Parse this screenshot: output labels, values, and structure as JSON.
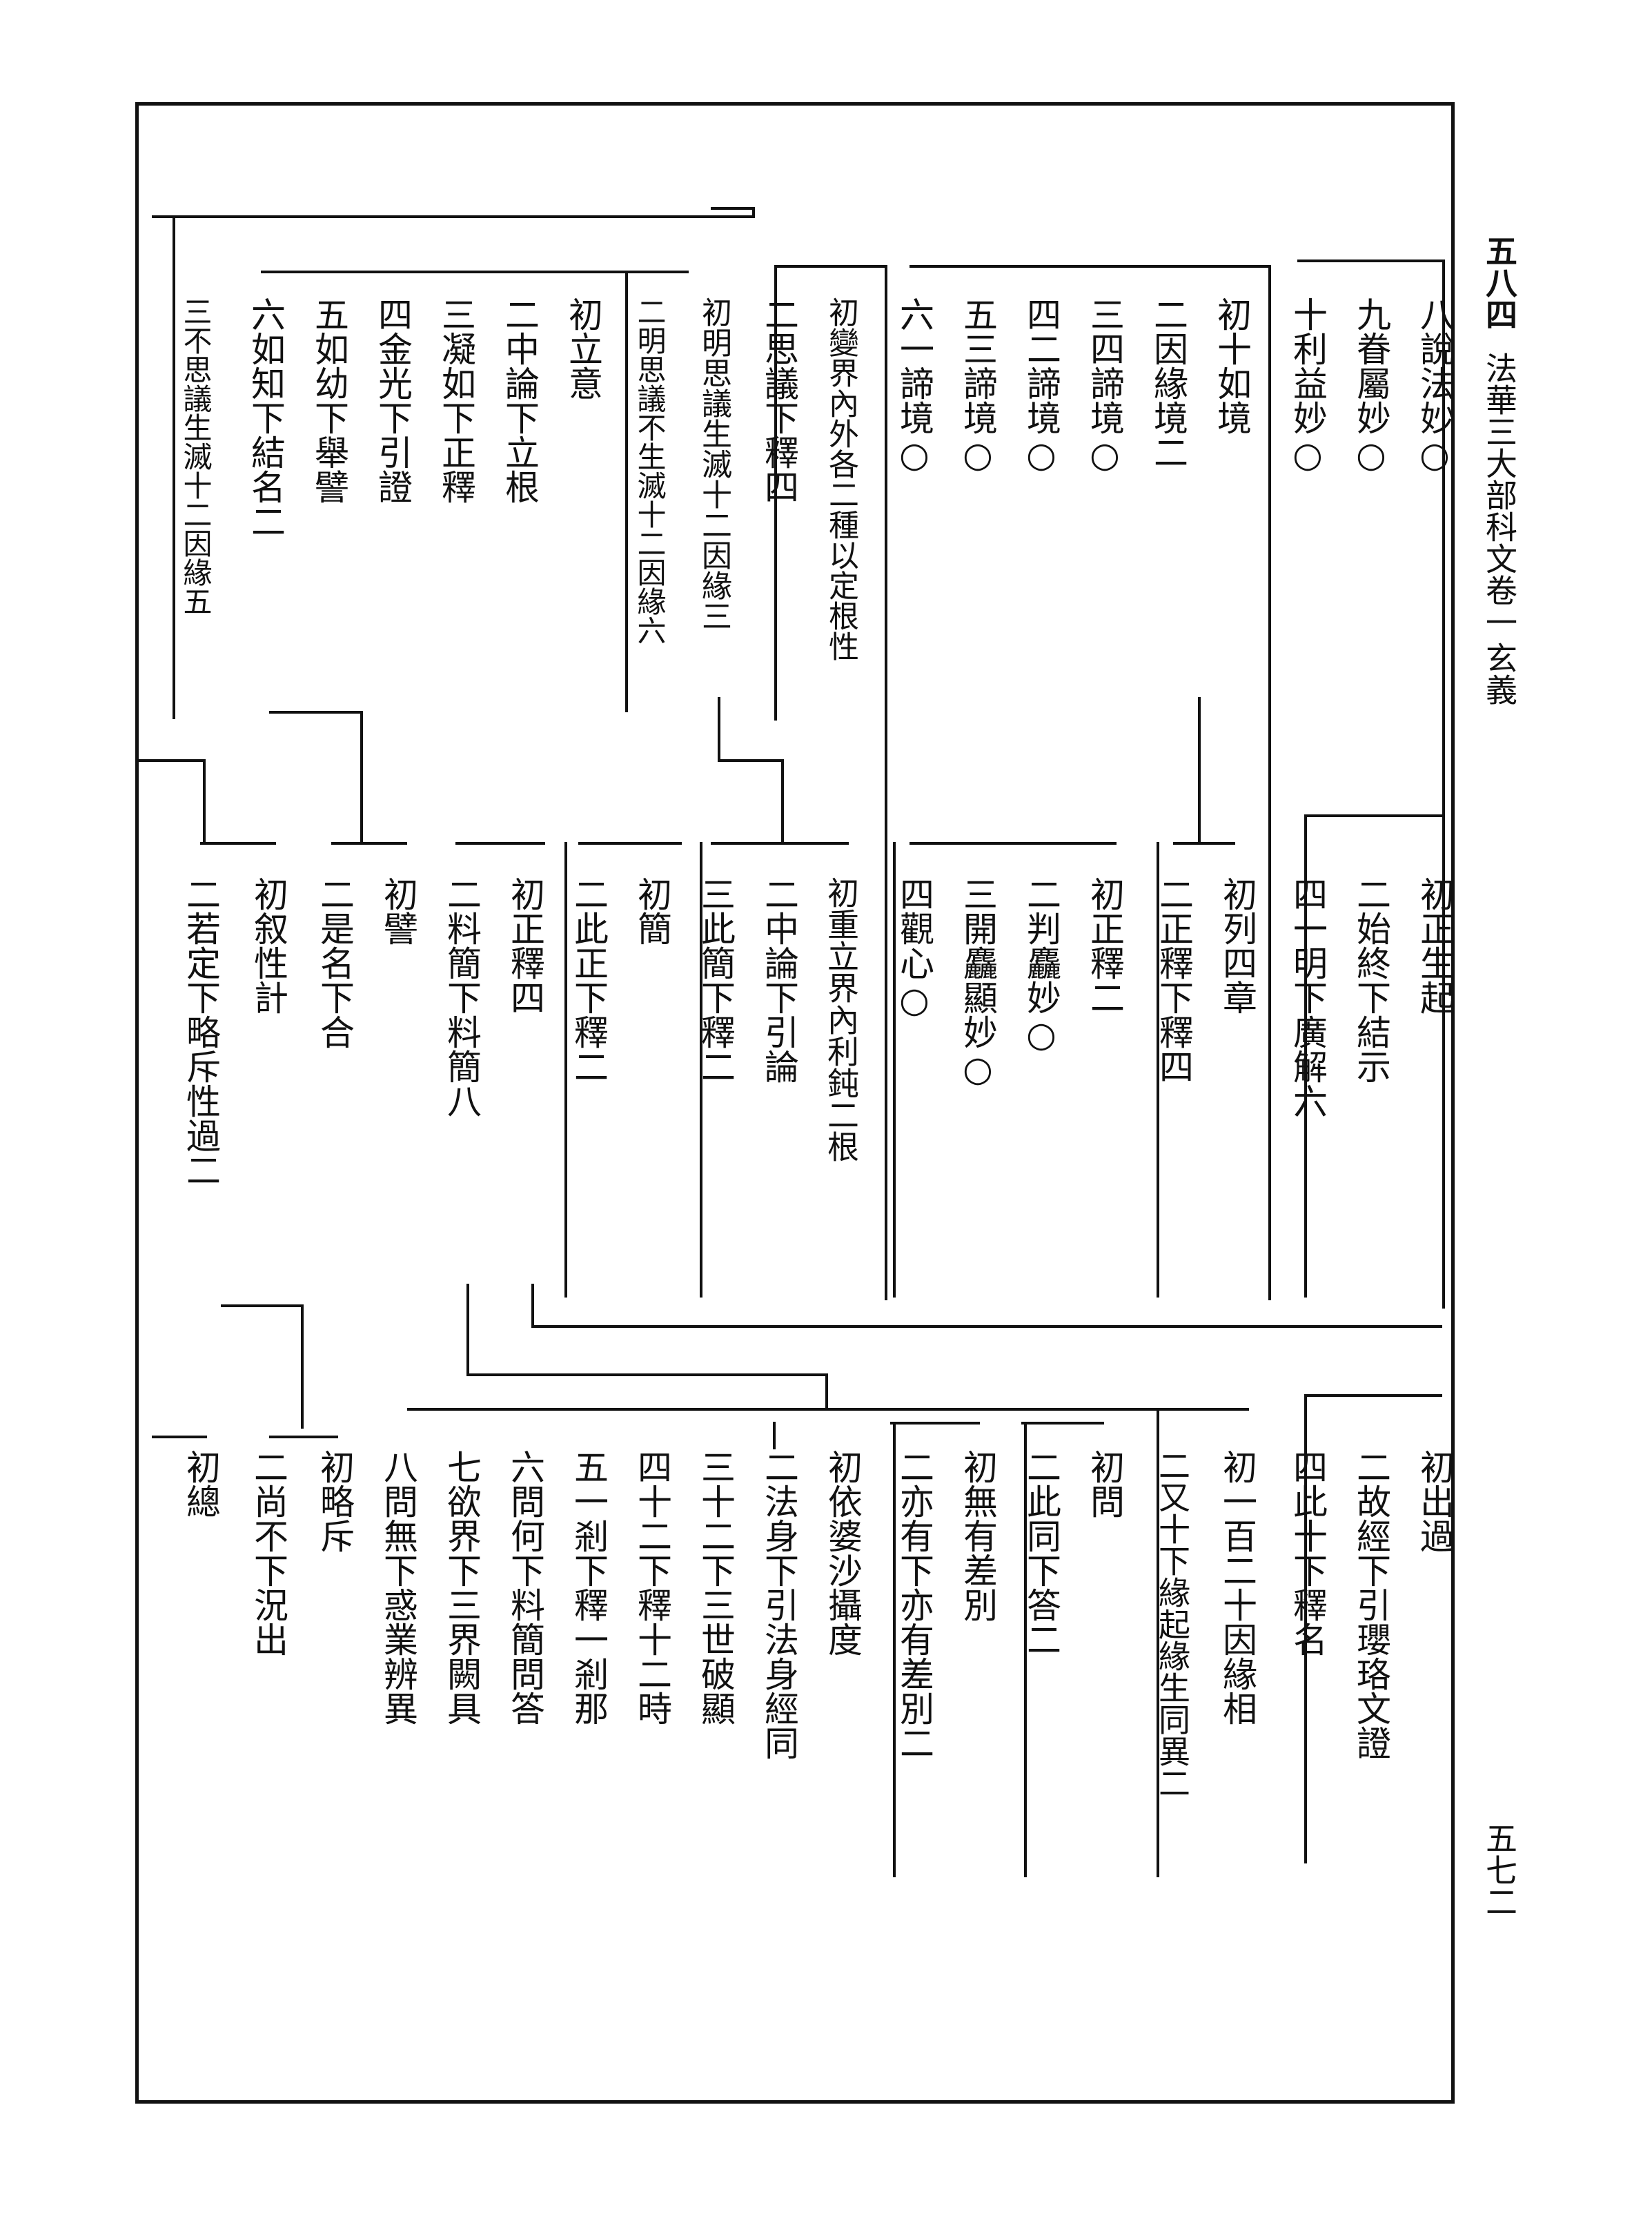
{
  "header": {
    "page_number_top": "五八四",
    "running_title": "法華三大部科文卷一",
    "section": "玄義",
    "page_number_bottom": "五七二"
  },
  "band1": [
    "八說法妙○",
    "九眷屬妙○",
    "十利益妙○",
    "初十如境",
    "二因緣境二",
    "三四諦境○",
    "四二諦境○",
    "五三諦境○",
    "六一諦境○",
    "初變界內外各二種以定根性",
    "二思議下釋四",
    "初明思議生滅十二因緣三",
    "二明思議不生滅十二因緣六",
    "初立意",
    "二中論下立根",
    "三凝如下正釋",
    "四金光下引證",
    "五如幼下舉譬",
    "六如知下結名二",
    "三不思議生滅十二因緣五"
  ],
  "band2": [
    "初正生起",
    "二始終下結示",
    "四一明下廣解六",
    "初列四章",
    "二正釋下釋四",
    "初正釋二",
    "二判麤妙○",
    "三開麤顯妙○",
    "四觀心○",
    "初重立界內利鈍二根",
    "二中論下引論",
    "三此簡下釋二",
    "初簡",
    "二此正下釋二",
    "初正釋四",
    "二料簡下料簡八",
    "初譬",
    "二是名下合",
    "初叙性計",
    "二若定下略斥性過二"
  ],
  "band3": [
    "初出過",
    "二故經下引瓔珞文證",
    "四此十下釋名",
    "初一百二十因緣相",
    "二又十下緣起緣生同異二",
    "初問",
    "二此同下答二",
    "初無有差別",
    "二亦有下亦有差別二",
    "初依婆沙攝度",
    "二法身下引法身經同",
    "三十二下三世破顯",
    "四十二下釋十二時",
    "五一剎下釋一剎那",
    "六問何下料簡問答",
    "七欲界下三界闕具",
    "八問無下惑業辨異",
    "初略斥",
    "二尚不下況出",
    "初總"
  ]
}
